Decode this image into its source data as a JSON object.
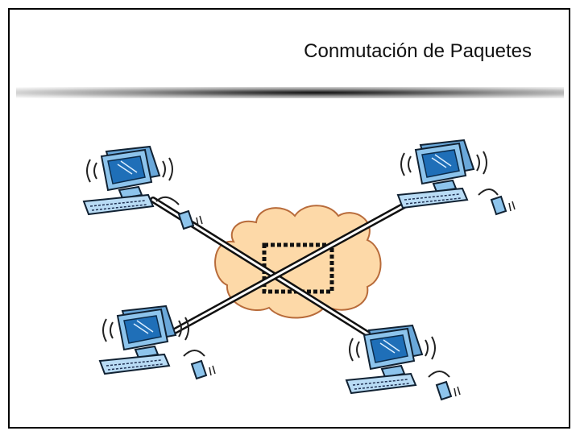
{
  "slide": {
    "title": "Conmutación de Paquetes"
  },
  "diagram": {
    "cloud_color": "#fdd9a8",
    "cloud_outline": "#b86b3a",
    "screen_color": "#1f6fb8",
    "computer_color": "#8dc4ec",
    "nodes": [
      "computer-top-left",
      "computer-top-right",
      "computer-bottom-left",
      "computer-bottom-right"
    ],
    "icons": [
      "cloud-icon",
      "packet-switch-box-icon",
      "computer-icon",
      "mouse-icon"
    ]
  }
}
